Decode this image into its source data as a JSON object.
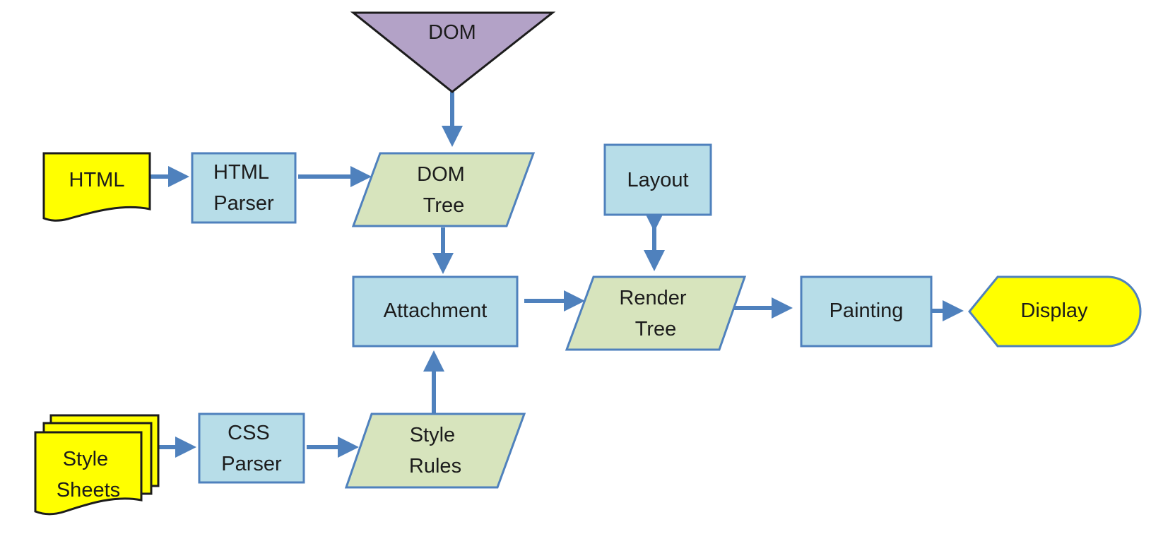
{
  "nodes": {
    "dom": {
      "lines": [
        "DOM"
      ]
    },
    "html": {
      "lines": [
        "HTML"
      ]
    },
    "html_parser": {
      "lines": [
        "HTML",
        "Parser"
      ]
    },
    "dom_tree": {
      "lines": [
        "DOM",
        "Tree"
      ]
    },
    "layout": {
      "lines": [
        "Layout"
      ]
    },
    "attachment": {
      "lines": [
        "Attachment"
      ]
    },
    "render_tree": {
      "lines": [
        "Render",
        "Tree"
      ]
    },
    "painting": {
      "lines": [
        "Painting"
      ]
    },
    "display": {
      "lines": [
        "Display"
      ]
    },
    "style_sheets": {
      "lines": [
        "Style",
        "Sheets"
      ]
    },
    "css_parser": {
      "lines": [
        "CSS",
        "Parser"
      ]
    },
    "style_rules": {
      "lines": [
        "Style",
        "Rules"
      ]
    }
  },
  "colors": {
    "process_fill": "#b7dde8",
    "process_stroke": "#4f81bd",
    "data_fill": "#d7e4bd",
    "data_stroke": "#4f81bd",
    "document_fill": "#ffff00",
    "document_stroke": "#1c1c1c",
    "merge_fill": "#b3a2c7",
    "merge_stroke": "#1c1c1c",
    "arrow": "#4f81bd"
  }
}
